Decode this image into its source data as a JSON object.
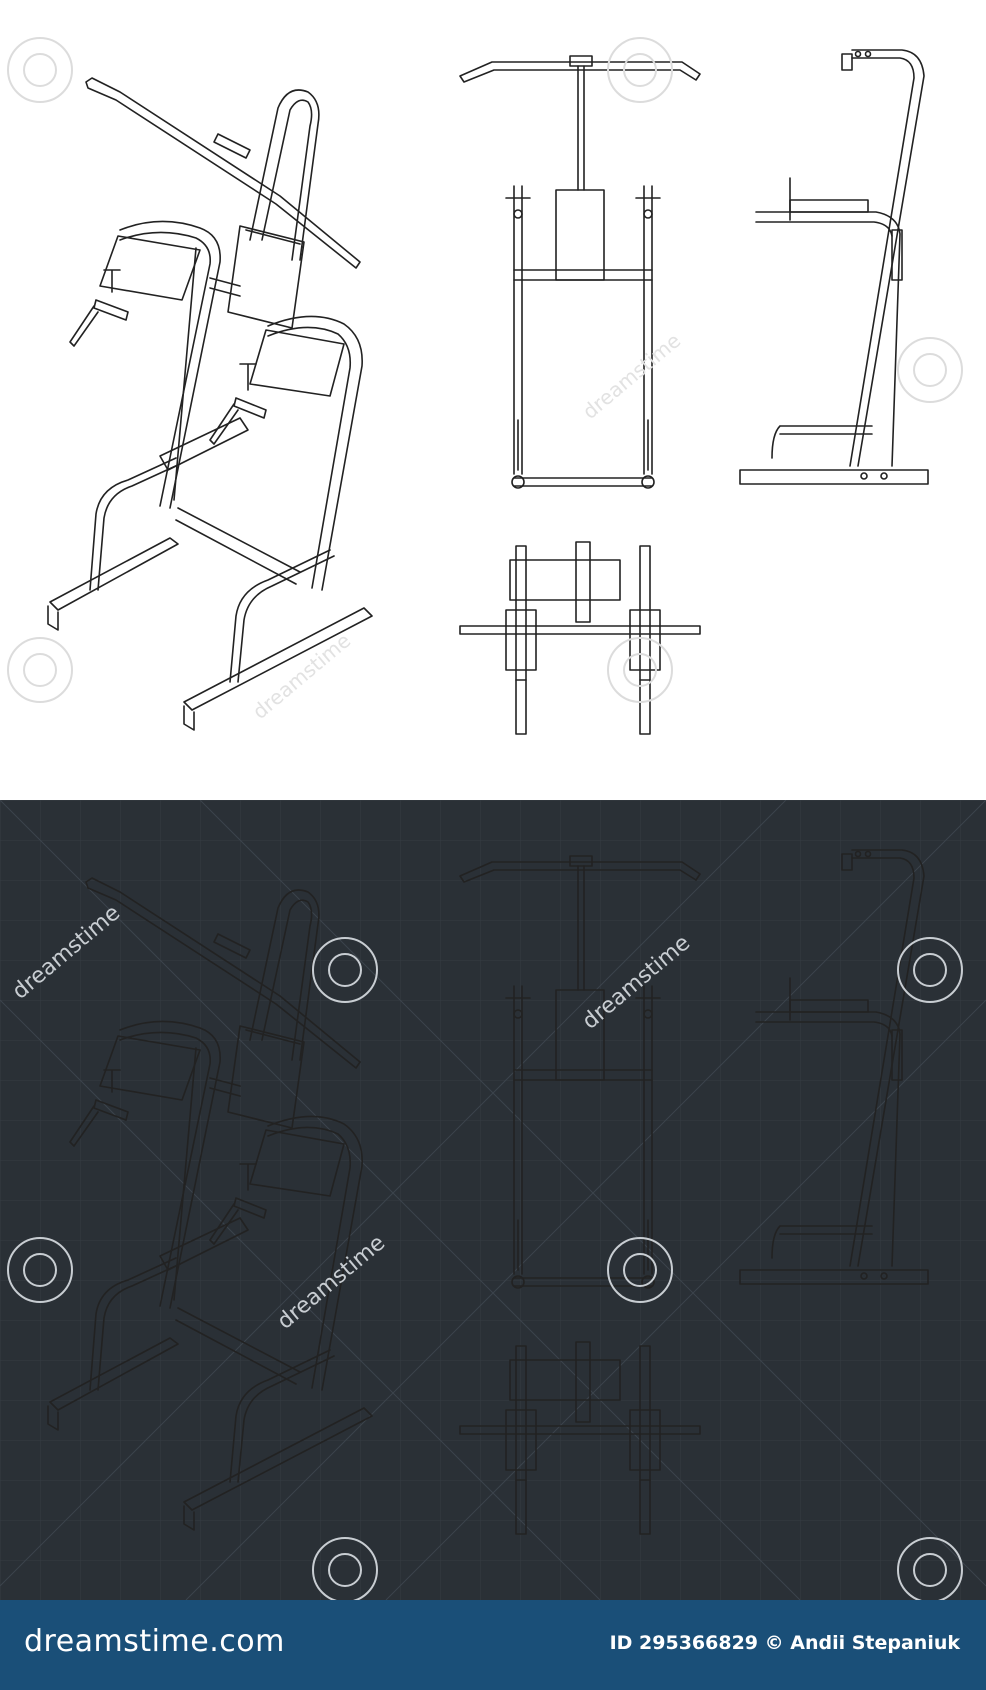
{
  "footer": {
    "brand": "dreamstime.com",
    "credit": "ID 295366829 © Andii Stepaniuk"
  },
  "watermark": {
    "text": "dreamstime"
  },
  "colors": {
    "light_bg": "#ffffff",
    "light_line": "#222222",
    "dark_bg": "#2a3036",
    "dark_line": "#eedfa6",
    "footer_bg": "#1a4f78"
  }
}
